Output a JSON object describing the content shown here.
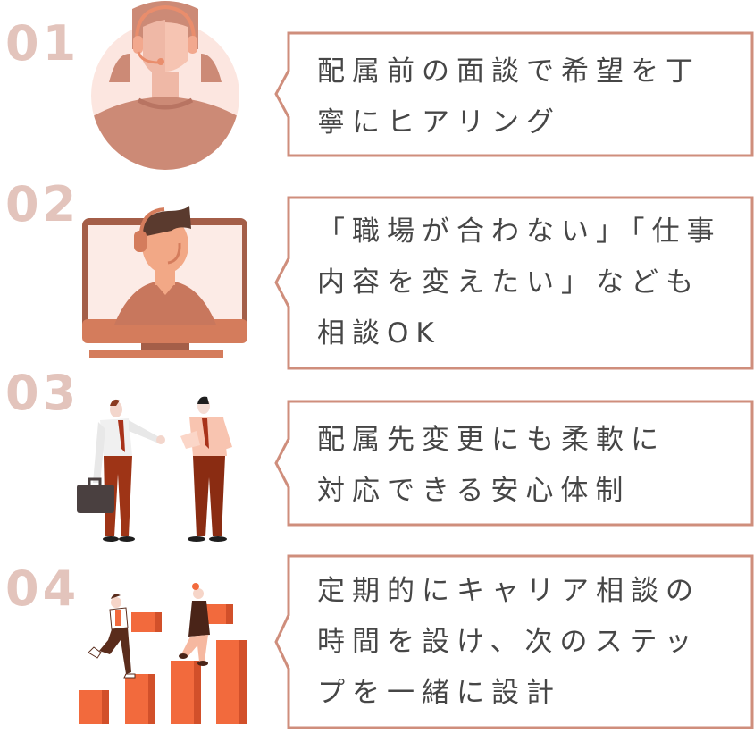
{
  "colors": {
    "number": "#e3c4bc",
    "border": "#cf8e7c",
    "text": "#464646",
    "accent_orange": "#f26a3d"
  },
  "steps": [
    {
      "number": "01",
      "illustration": "woman-headset-avatar",
      "text": "配属前の面談で希望を丁\n寧にヒアリング"
    },
    {
      "number": "02",
      "illustration": "monitor-operator-headset",
      "text": "「職場が合わない」「仕事\n内容を変えたい」なども\n相談OK"
    },
    {
      "number": "03",
      "illustration": "two-businessmen-talking",
      "text": "配属先変更にも柔軟に\n対応できる安心体制"
    },
    {
      "number": "04",
      "illustration": "people-climbing-bar-chart",
      "text": "定期的にキャリア相談の\n時間を設け、次のステッ\nプを一緒に設計"
    }
  ]
}
